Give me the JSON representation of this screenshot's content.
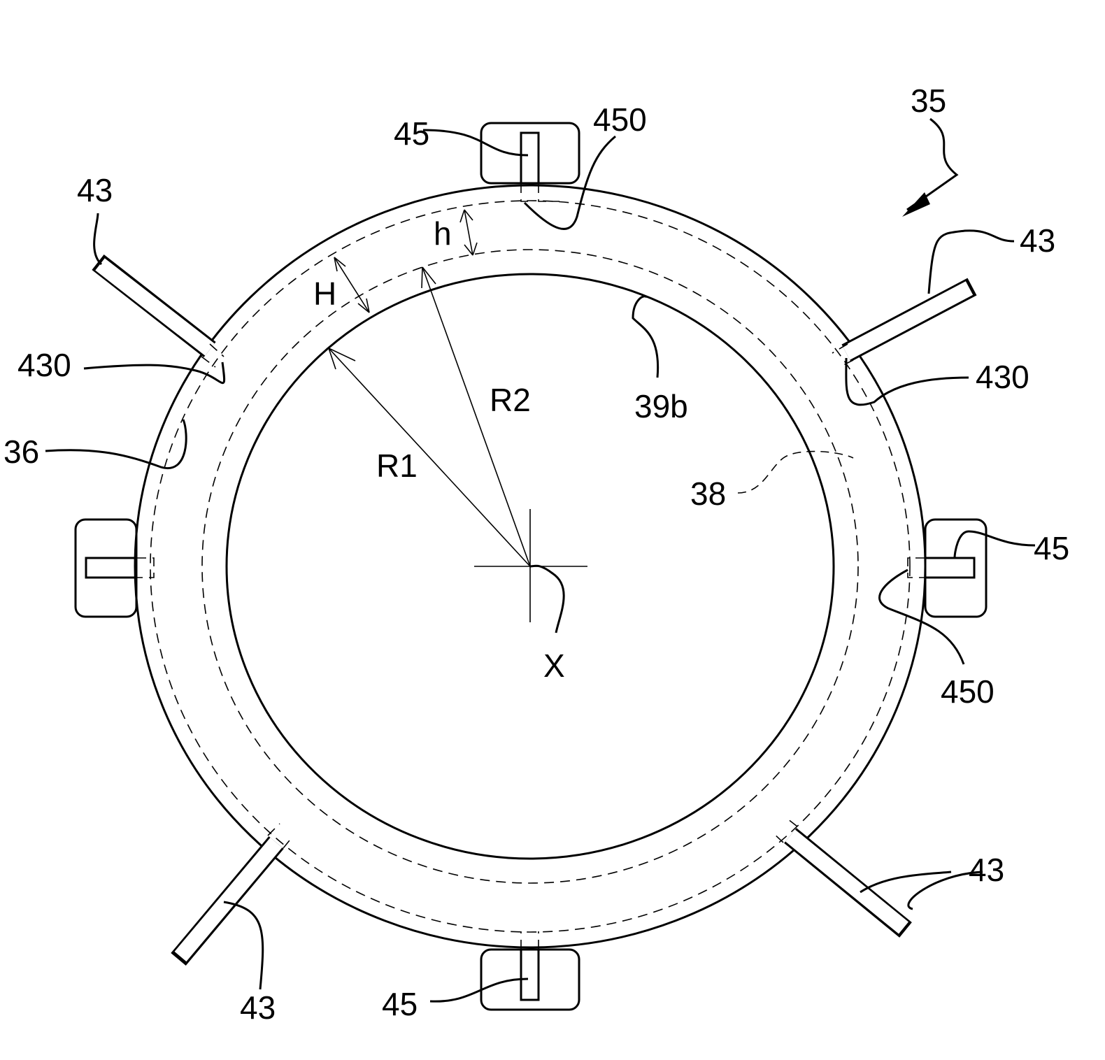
{
  "figure": {
    "assembly_ref": "35",
    "labels": {
      "tab_top": "45",
      "tab_right": "45",
      "tab_bottom": "45",
      "slot_top": "450",
      "slot_right": "450",
      "rod_ul": "43",
      "rod_ur": "43",
      "rod_ll": "43",
      "rod_lr": "43",
      "rod_slot_left": "430",
      "rod_slot_right": "430",
      "ring": "36",
      "groove": "38",
      "inner_edge": "39b",
      "height_h": "h",
      "height_H": "H",
      "radius_1": "R1",
      "radius_2": "R2",
      "axis": "X"
    }
  }
}
